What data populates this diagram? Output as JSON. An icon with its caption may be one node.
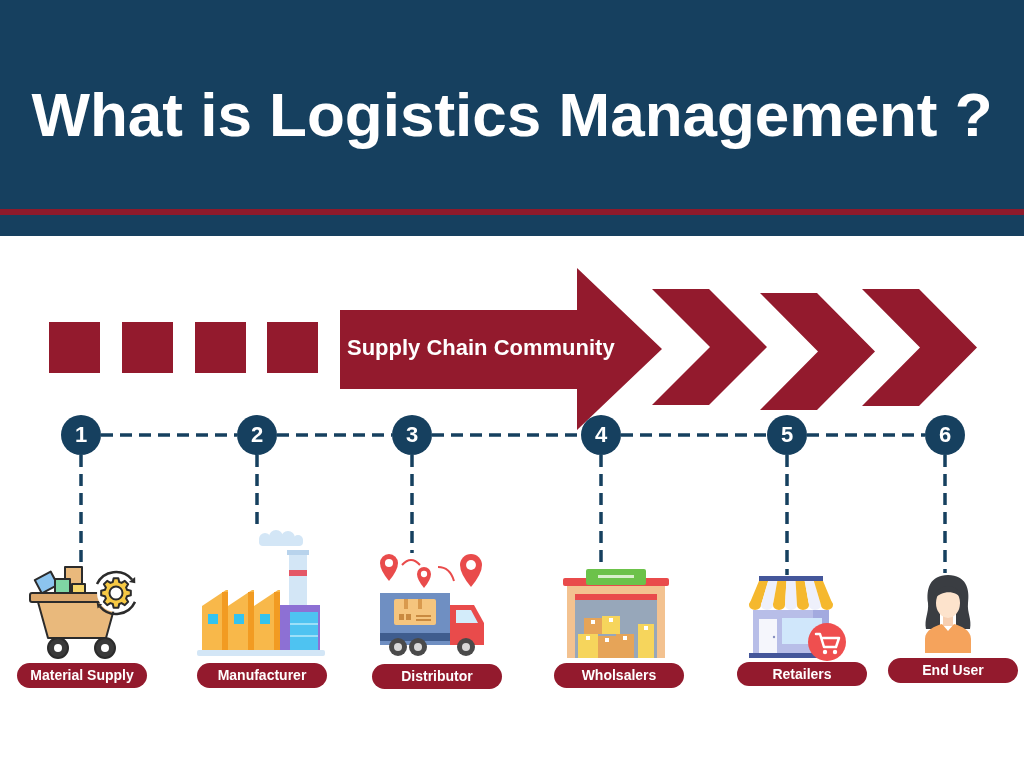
{
  "diagram": {
    "title": "What is Logistics Management ?",
    "nodes": [
      {
        "text": [],
        "shape": "square"
      },
      {
        "text": [],
        "shape": "square"
      },
      {
        "text": [],
        "shape": "square"
      },
      {
        "text": [],
        "shape": "square"
      },
      {
        "text": [
          "Supply Chain Community"
        ]
      },
      {
        "text": [],
        "shape": "chevron"
      },
      {
        "text": [],
        "shape": "chevron"
      },
      {
        "text": [],
        "shape": "chevron"
      },
      {
        "text": [
          "1"
        ]
      },
      {
        "text": [
          "2"
        ]
      },
      {
        "text": [
          "3"
        ]
      },
      {
        "text": [
          "4"
        ]
      },
      {
        "text": [
          "5"
        ]
      },
      {
        "text": [
          "6"
        ]
      },
      {
        "text": [],
        "shape": "picture"
      },
      {
        "text": [],
        "shape": "picture"
      },
      {
        "text": [],
        "shape": "picture"
      },
      {
        "text": [],
        "shape": "picture"
      },
      {
        "text": [],
        "shape": "picture"
      },
      {
        "text": [],
        "shape": "picture"
      },
      {
        "text": [
          "Material Supply"
        ]
      },
      {
        "text": [
          "Manufacturer"
        ]
      },
      {
        "text": [
          "Distributor"
        ]
      },
      {
        "text": [
          "Wholsalers"
        ]
      },
      {
        "text": [
          "Retailers"
        ]
      },
      {
        "text": [
          "End User"
        ]
      }
    ],
    "edges": [
      {
        "from": 8,
        "to": 9,
        "arrow": "none",
        "style": "dashed"
      },
      {
        "from": 9,
        "to": 10,
        "arrow": "none",
        "style": "dashed"
      },
      {
        "from": 10,
        "to": 11,
        "arrow": "none",
        "style": "dashed"
      },
      {
        "from": 11,
        "to": 12,
        "arrow": "none",
        "style": "dashed"
      },
      {
        "from": 12,
        "to": 13,
        "arrow": "none",
        "style": "dashed"
      },
      {
        "from": 8,
        "to": 14,
        "arrow": "none",
        "style": "dashed"
      },
      {
        "from": 9,
        "to": 15,
        "arrow": "none",
        "style": "dashed"
      },
      {
        "from": 10,
        "to": 16,
        "arrow": "none",
        "style": "dashed"
      },
      {
        "from": 11,
        "to": 17,
        "arrow": "none",
        "style": "dashed"
      },
      {
        "from": 12,
        "to": 18,
        "arrow": "none",
        "style": "dashed"
      },
      {
        "from": 13,
        "to": 19,
        "arrow": "none",
        "style": "dashed"
      }
    ]
  }
}
